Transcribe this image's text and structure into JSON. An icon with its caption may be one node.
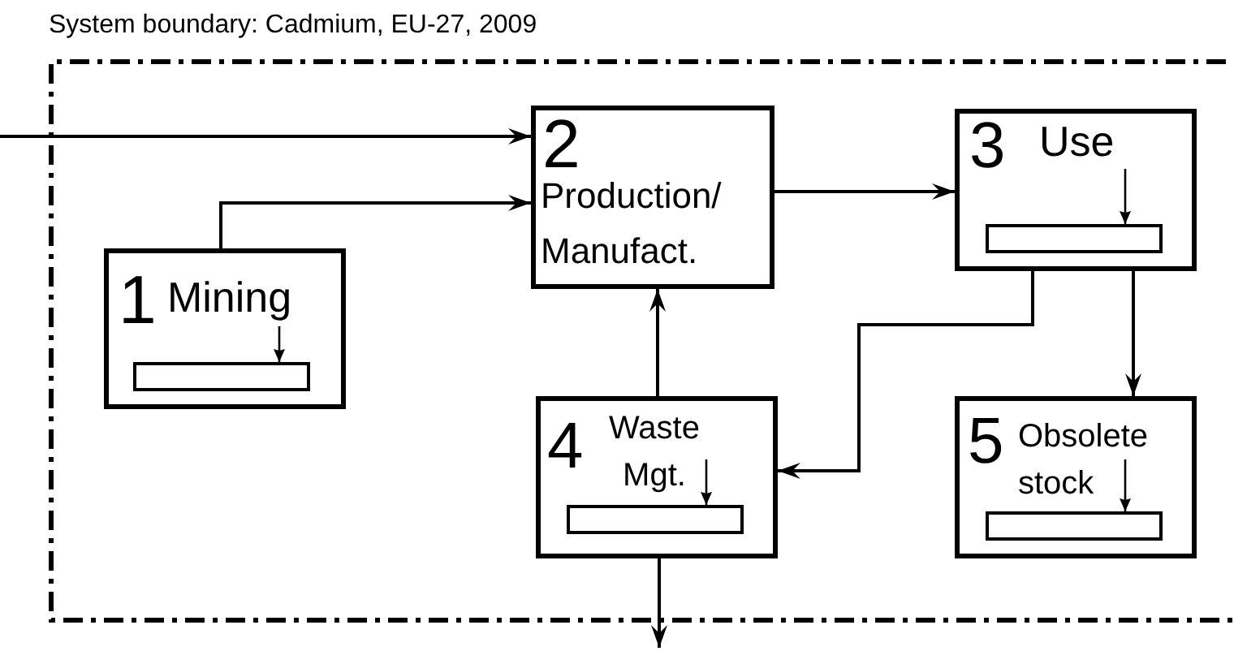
{
  "diagram": {
    "nodes": [
      {
        "text": [
          "System boundary: Cadmium, EU-27, 2009"
        ]
      },
      {
        "text": [
          "1",
          "Mining"
        ],
        "in": 0
      },
      {
        "text": [],
        "shape": "bar",
        "in": 1
      },
      {
        "text": [
          "2",
          "Production/ Manufact."
        ],
        "in": 0
      },
      {
        "text": [
          "3",
          "Use"
        ],
        "in": 0
      },
      {
        "text": [],
        "shape": "bar",
        "in": 4
      },
      {
        "text": [
          "4",
          "Waste Mgt."
        ],
        "in": 0
      },
      {
        "text": [],
        "shape": "bar",
        "in": 6
      },
      {
        "text": [
          "5",
          "Obsolete stock"
        ],
        "in": 0
      },
      {
        "text": [],
        "shape": "bar",
        "in": 8
      }
    ],
    "edges": [
      {
        "from": null,
        "to": 3,
        "arrow": "to"
      },
      {
        "from": 1,
        "to": 3,
        "arrow": "to"
      },
      {
        "from": 3,
        "to": 4,
        "arrow": "to"
      },
      {
        "from": 4,
        "to": 6,
        "arrow": "to"
      },
      {
        "from": 4,
        "to": 8,
        "arrow": "to"
      },
      {
        "from": 6,
        "to": 3,
        "arrow": "to"
      },
      {
        "from": 6,
        "to": null,
        "arrow": "to"
      },
      {
        "from": null,
        "to": 2,
        "arrow": "to"
      },
      {
        "from": null,
        "to": 5,
        "arrow": "to"
      },
      {
        "from": null,
        "to": 7,
        "arrow": "to"
      },
      {
        "from": null,
        "to": 9,
        "arrow": "to"
      }
    ]
  }
}
